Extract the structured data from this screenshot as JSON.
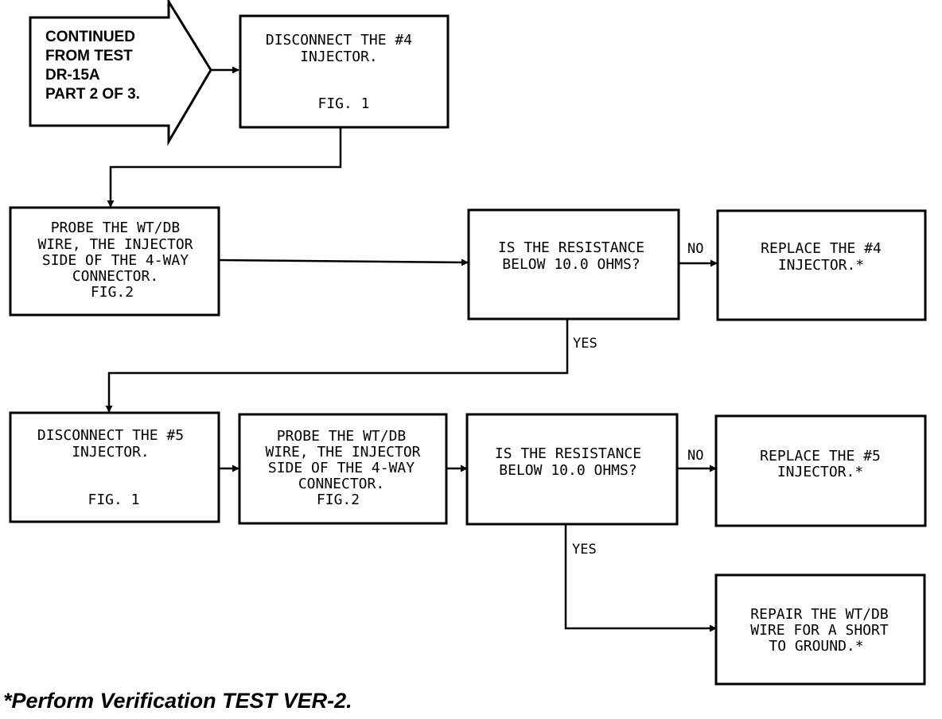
{
  "start": {
    "lines": [
      "CONTINUED",
      "FROM TEST",
      "DR-15A",
      "PART 2 OF 3."
    ]
  },
  "disconnect4": {
    "lines": [
      "DISCONNECT THE #4",
      "INJECTOR."
    ],
    "fig": "FIG. 1"
  },
  "probe1": {
    "lines": [
      "PROBE THE WT/DB",
      "WIRE, THE INJECTOR",
      "SIDE OF THE 4-WAY",
      "CONNECTOR.",
      "FIG.2"
    ]
  },
  "decision1": {
    "lines": [
      "IS THE RESISTANCE",
      "BELOW 10.0 OHMS?"
    ]
  },
  "replace4": {
    "lines": [
      "REPLACE THE #4",
      "INJECTOR.*"
    ]
  },
  "disconnect5": {
    "lines": [
      "DISCONNECT THE #5",
      "INJECTOR."
    ],
    "fig": "FIG. 1"
  },
  "probe2": {
    "lines": [
      "PROBE THE WT/DB",
      "WIRE, THE INJECTOR",
      "SIDE OF THE 4-WAY",
      "CONNECTOR.",
      "FIG.2"
    ]
  },
  "decision2": {
    "lines": [
      "IS THE RESISTANCE",
      "BELOW 10.0 OHMS?"
    ]
  },
  "replace5": {
    "lines": [
      "REPLACE THE #5",
      "INJECTOR.*"
    ]
  },
  "repair": {
    "lines": [
      "REPAIR THE WT/DB",
      "WIRE FOR A SHORT",
      "TO GROUND.*"
    ]
  },
  "labels": {
    "no1": "NO",
    "yes1": "YES",
    "no2": "NO",
    "yes2": "YES"
  },
  "footnote": "*Perform Verification TEST VER-2."
}
